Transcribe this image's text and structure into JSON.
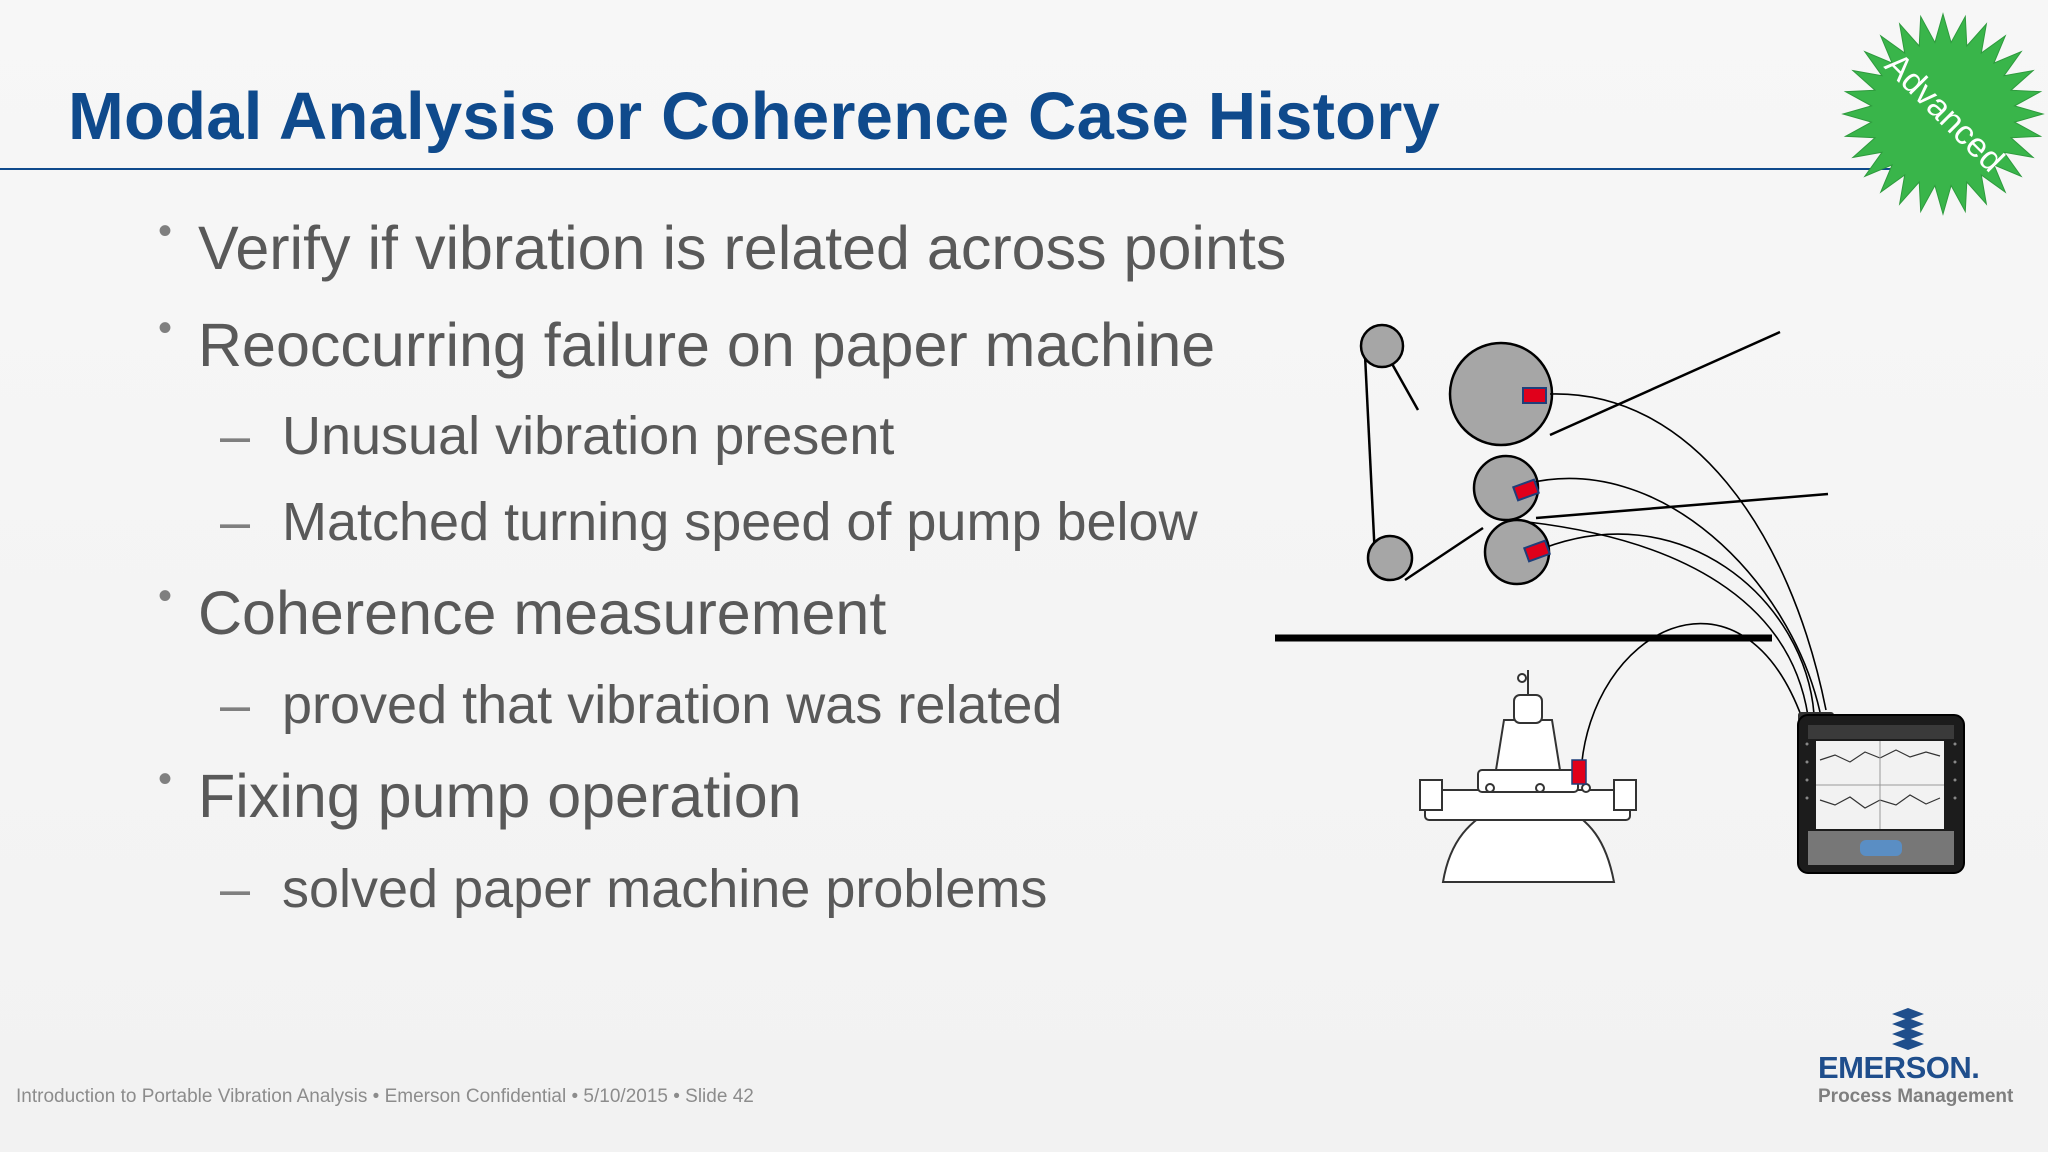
{
  "slide": {
    "title": "Modal Analysis or Coherence Case History",
    "badge": "Advanced",
    "bullets": [
      {
        "text": "Verify if vibration is related across points",
        "subs": []
      },
      {
        "text": "Reoccurring failure on paper machine",
        "subs": [
          "Unusual vibration present",
          "Matched turning speed of pump below"
        ]
      },
      {
        "text": "Coherence measurement",
        "subs": [
          "proved that vibration was related"
        ]
      },
      {
        "text": "Fixing pump operation",
        "subs": [
          "solved paper machine problems"
        ]
      }
    ],
    "bullet_glyph": "•",
    "sub_glyph": "–",
    "footer": "Introduction to Portable Vibration Analysis • Emerson Confidential • 5/10/2015 • Slide 42",
    "logo": {
      "word": "EMERSON.",
      "sub": "Process Management"
    }
  },
  "colors": {
    "title": "#0f4a8c",
    "text": "#595959",
    "badge": "#39b54a",
    "sensor": "#e0001b",
    "roll": "#a6a6a6"
  },
  "icons": [
    "advanced-starburst-icon",
    "paper-machine-rolls-icon",
    "pump-icon",
    "vibration-analyzer-icon",
    "emerson-logo-icon"
  ]
}
